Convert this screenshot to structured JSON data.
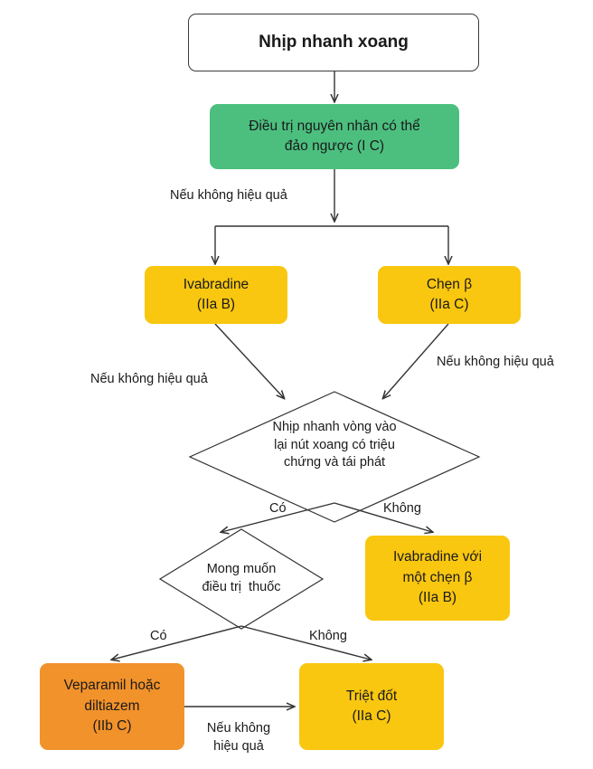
{
  "nodes": {
    "start": "Nhịp nhanh xoang",
    "reversible": [
      "Điều trị nguyên nhân có thể",
      "đảo ngược (I C)"
    ],
    "ivabradine": [
      "Ivabradine",
      "(IIa B)"
    ],
    "beta_blocker": [
      "Chẹn β",
      "(IIa C)"
    ],
    "decision_reentry": [
      "Nhịp nhanh vòng vào",
      "lại nút xoang có triệu",
      "chứng và tái phát"
    ],
    "ivabradine_beta": [
      "Ivabradine với",
      "một chẹn β",
      "(IIa B)"
    ],
    "decision_drug": [
      "Mong muốn",
      "điều trị  thuốc"
    ],
    "verapamil": [
      "Veparamil hoặc",
      "diltiazem",
      "(IIb C)"
    ],
    "ablation": [
      "Triệt đốt",
      "(IIa C)"
    ]
  },
  "labels": {
    "if_ineffective": "Nếu không hiệu quả",
    "if_ineffective_wrapped": [
      "Nếu không",
      "hiệu quả"
    ],
    "yes": "Có",
    "no": "Không"
  },
  "colors": {
    "green": "#4cbf7f",
    "yellow": "#f9c710",
    "orange": "#f2922a",
    "line": "#333333"
  }
}
